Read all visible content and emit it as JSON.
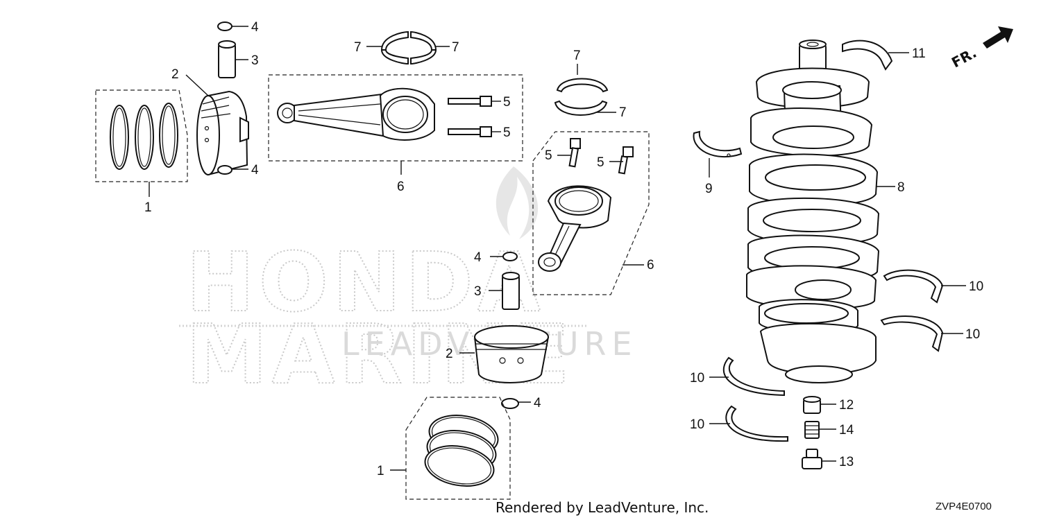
{
  "watermark": {
    "brand_line1": "HONDA",
    "brand_line2": "MARINE",
    "vendor": "LEADVENTURE"
  },
  "direction_label": "FR.",
  "footer": "Rendered by LeadVenture, Inc.",
  "diagram_code": "ZVP4E0700",
  "callouts": {
    "ring_set_upper": "1",
    "ring_set_lower": "1",
    "piston_upper": "2",
    "piston_lower": "2",
    "piston_pin_upper": "3",
    "piston_pin_lower": "3",
    "clip_upper_top": "4",
    "clip_upper_bottom": "4",
    "clip_lower_top": "4",
    "clip_lower_bottom": "4",
    "rod_bolt_a": "5",
    "rod_bolt_b": "5",
    "rod_bolt_c": "5",
    "rod_bolt_d": "5",
    "conrod_upper": "6",
    "conrod_lower": "6",
    "bearing_top_left": "7",
    "bearing_top_right": "7",
    "bearing_mid_top": "7",
    "bearing_mid_bottom": "7",
    "crankshaft": "8",
    "main_bearing": "9",
    "thrust_washer_a": "10",
    "thrust_washer_b": "10",
    "thrust_washer_c": "10",
    "thrust_washer_d": "10",
    "main_bearing_upper": "11",
    "relief_cap": "12",
    "relief_plug": "13",
    "relief_spring": "14"
  }
}
